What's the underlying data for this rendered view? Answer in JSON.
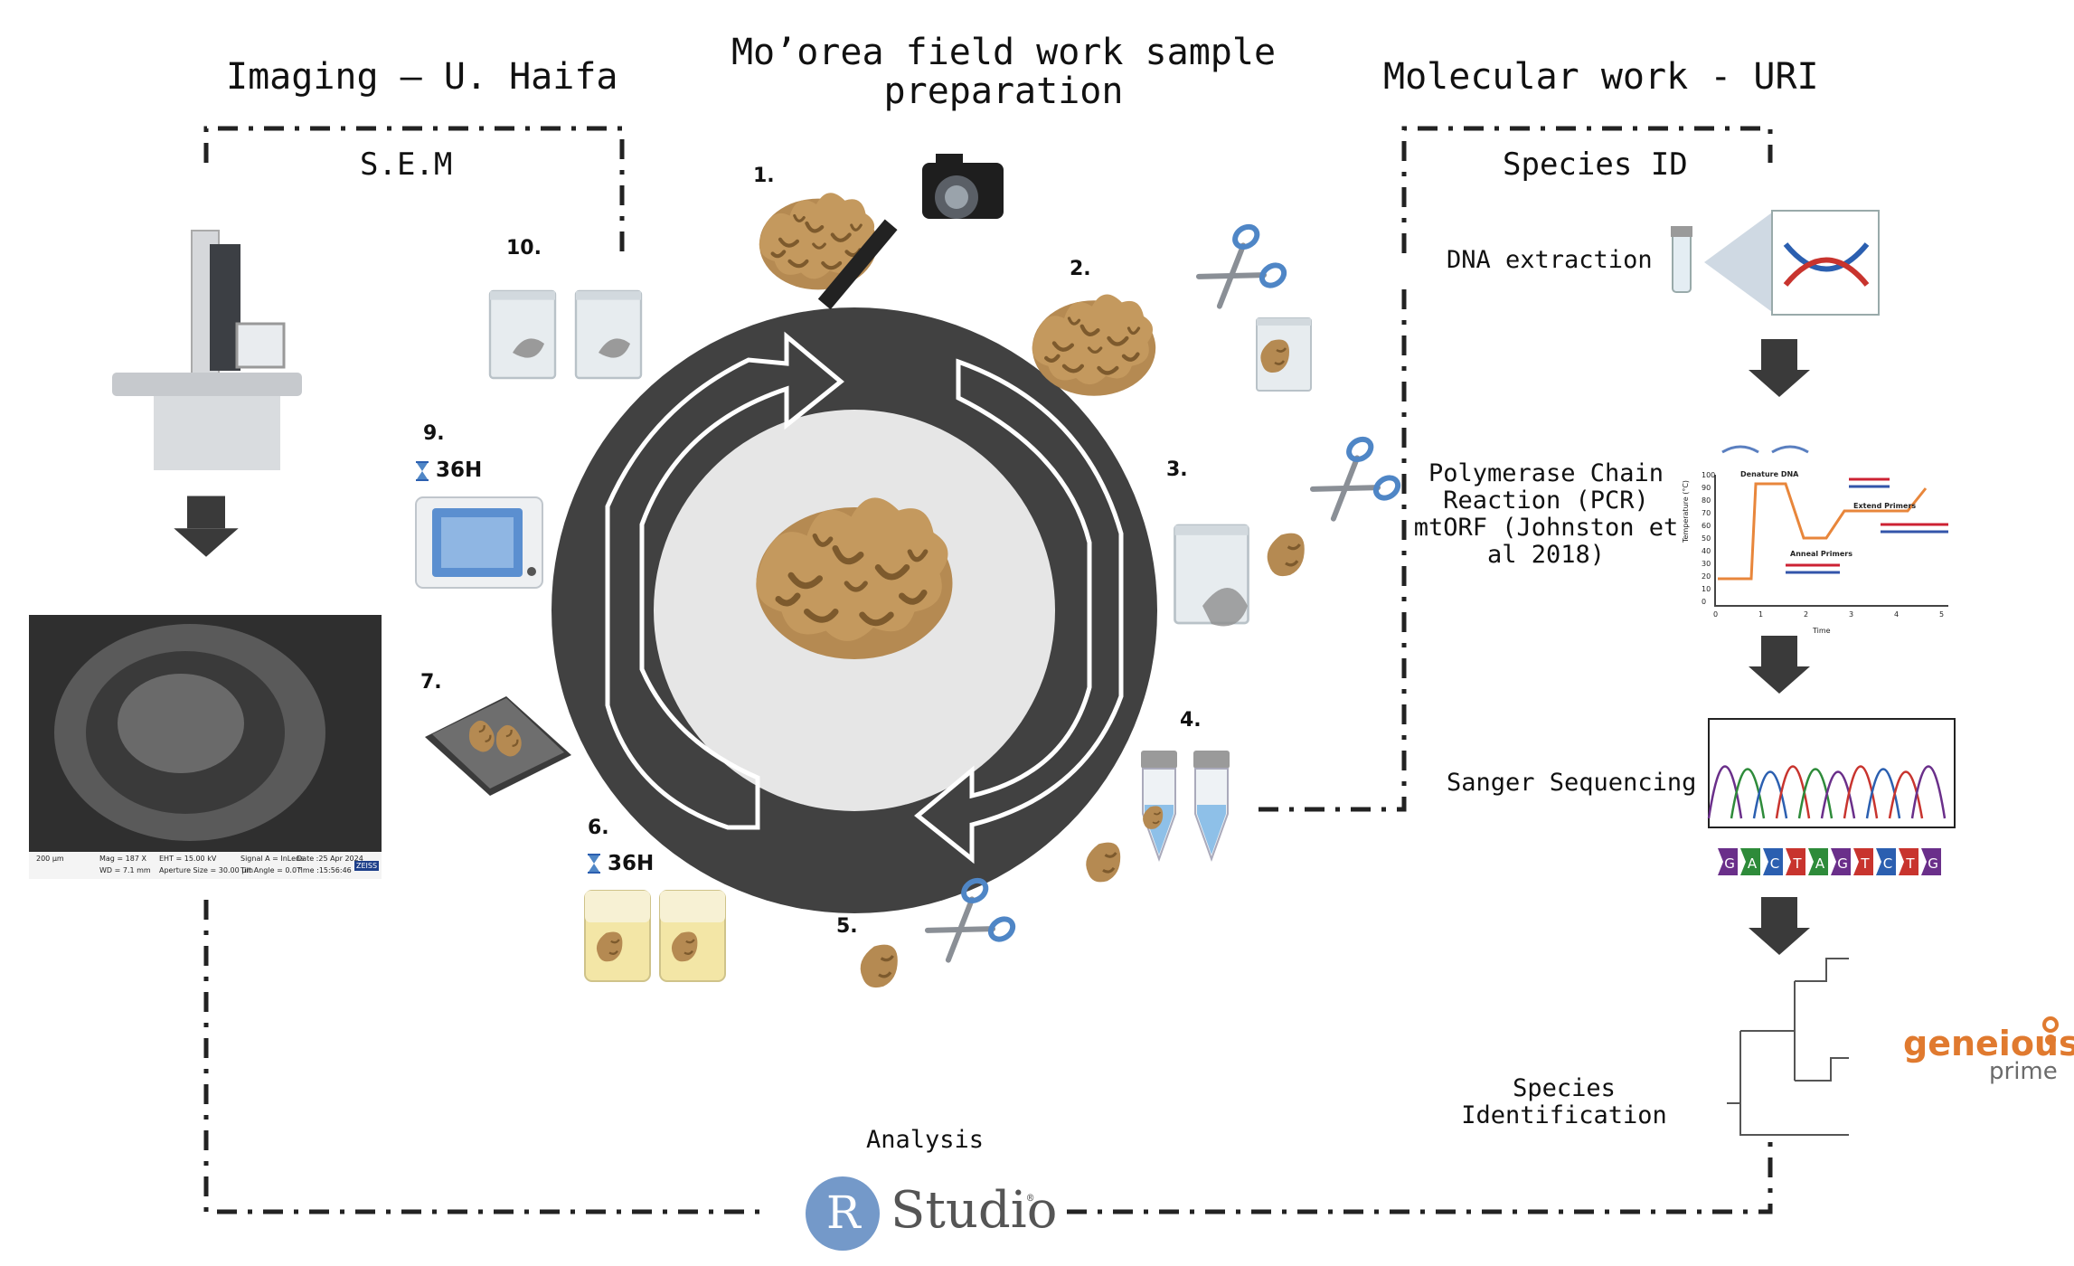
{
  "titles": {
    "imaging": "Imaging – U. Haifa",
    "fieldwork_line1": "Mo’orea field work sample",
    "fieldwork_line2": "preparation",
    "molecular": "Molecular work - URI"
  },
  "sections": {
    "sem": "S.E.M",
    "species_id": "Species ID"
  },
  "steps": {
    "s1": "1.",
    "s2": "2.",
    "s3": "3.",
    "s4": "4.",
    "s5": "5.",
    "s6": "6.",
    "s7": "7.",
    "s9": "9.",
    "s10": "10."
  },
  "timers": {
    "t9": "36H",
    "t6": "36H"
  },
  "molecular_steps": {
    "dna": "DNA extraction",
    "pcr_l1": "Polymerase Chain",
    "pcr_l2": "Reaction (PCR)",
    "pcr_l3": "mtORF (Johnston et",
    "pcr_l4": "al 2018)",
    "sanger": "Sanger Sequencing",
    "species_l1": "Species",
    "species_l2": "Identification"
  },
  "pcr_chart": {
    "ylabel": "Temperature (°C)",
    "xlabel": "Time",
    "yticks": [
      "100",
      "90",
      "80",
      "70",
      "60",
      "50",
      "40",
      "30",
      "20",
      "10",
      "0"
    ],
    "xticks": [
      "0",
      "1",
      "2",
      "3",
      "4",
      "5"
    ],
    "annotations": {
      "denature": "Denature DNA",
      "anneal": "Anneal Primers",
      "extend": "Extend Primers"
    }
  },
  "sequence": {
    "bases": [
      "G",
      "A",
      "C",
      "T",
      "A",
      "G",
      "T",
      "C",
      "T",
      "G"
    ],
    "colors": {
      "A": "#2e8b3a",
      "C": "#2b5fb0",
      "G": "#6a2f8a",
      "T": "#c8342e"
    }
  },
  "sem_footer": {
    "scale": "200 μm",
    "mag": "Mag = 187 X",
    "wd": "WD = 7.1 mm",
    "eht": "EHT = 15.00 kV",
    "aperture": "Aperture Size = 30.00 μm",
    "signal": "Signal A = InLens",
    "tilt": "Tilt Angle = 0.0 °",
    "date": "Date :25 Apr 2024",
    "time": "Time :15:56:46",
    "brand": "ZEISS"
  },
  "analysis": {
    "label": "Analysis",
    "r_letter": "R",
    "studio": "Studio",
    "reg": "®"
  },
  "geneious": {
    "gene": "geneious",
    "prime": "prime"
  },
  "colors": {
    "ring": "#414141",
    "inner": "#e6e6e6",
    "coral": "#b58a52",
    "coral_dark": "#7d5a2d",
    "arrow": "#3a3a3a",
    "dash": "#222222",
    "scissors": "#4f86c6",
    "geneious": "#e07a2f",
    "rstudio": "#7499c9"
  }
}
